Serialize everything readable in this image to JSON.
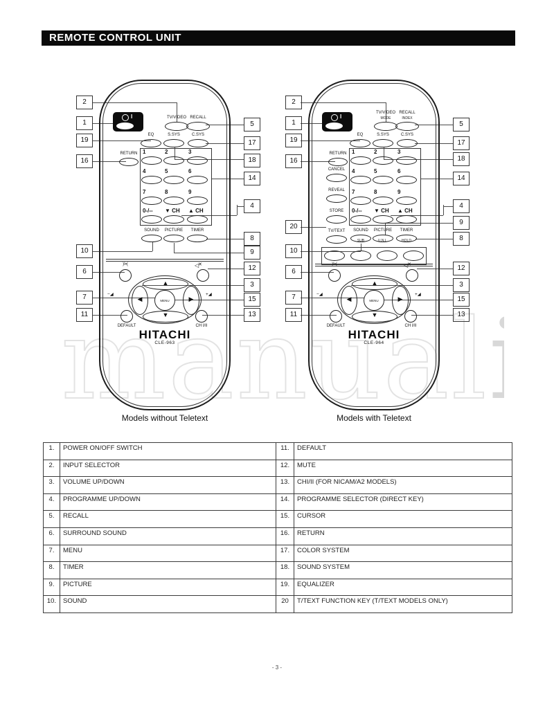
{
  "page": {
    "title": "REMOTE CONTROL UNIT",
    "footer": "- 3 -"
  },
  "watermark": {
    "outline": "manual",
    "solid": "i"
  },
  "legend_table": {
    "rows": [
      [
        "1.",
        "POWER ON/OFF SWITCH",
        "11.",
        "DEFAULT"
      ],
      [
        "2.",
        "INPUT SELECTOR",
        "12.",
        "MUTE"
      ],
      [
        "3.",
        "VOLUME UP/DOWN",
        "13.",
        "CHI/II (FOR NICAM/A2 MODELS)"
      ],
      [
        "4.",
        "PROGRAMME UP/DOWN",
        "14.",
        "PROGRAMME SELECTOR (DIRECT KEY)"
      ],
      [
        "5.",
        "RECALL",
        "15.",
        "CURSOR"
      ],
      [
        "6.",
        "SURROUND SOUND",
        "16.",
        "RETURN"
      ],
      [
        "7.",
        "MENU",
        "17.",
        "COLOR SYSTEM"
      ],
      [
        "8.",
        "TIMER",
        "18.",
        "SOUND SYSTEM"
      ],
      [
        "9.",
        "PICTURE",
        "19.",
        "EQUALIZER"
      ],
      [
        "10.",
        "SOUND",
        "20",
        "T/TEXT FUNCTION KEY (T/TEXT MODELS ONLY)"
      ]
    ]
  },
  "remotes": [
    {
      "caption": "Models without Teletext",
      "callouts": {
        "left": [
          "2",
          "1",
          "19",
          "16",
          "10",
          "6",
          "7",
          "11"
        ],
        "right": [
          "5",
          "17",
          "18",
          "14",
          "4",
          "8",
          "9",
          "12",
          "3",
          "15",
          "13"
        ]
      },
      "controls": [
        {
          "id": "power",
          "kind": "power",
          "label": "I"
        },
        {
          "id": "tv-video",
          "kind": "lov",
          "label": "TV/VIDEO"
        },
        {
          "id": "recall",
          "kind": "lov",
          "label": "RECALL"
        },
        {
          "id": "eq",
          "kind": "lov",
          "label": "EQ"
        },
        {
          "id": "s-sys",
          "kind": "lov",
          "label": "S.SYS"
        },
        {
          "id": "c-sys",
          "kind": "lov",
          "label": "C.SYS"
        },
        {
          "id": "return",
          "kind": "lov",
          "label": "RETURN"
        },
        {
          "id": "d1",
          "kind": "dig",
          "label": "1"
        },
        {
          "id": "d2",
          "kind": "dig",
          "label": "2"
        },
        {
          "id": "d3",
          "kind": "dig",
          "label": "3"
        },
        {
          "id": "d4",
          "kind": "dig",
          "label": "4"
        },
        {
          "id": "d5",
          "kind": "dig",
          "label": "5"
        },
        {
          "id": "d6",
          "kind": "dig",
          "label": "6"
        },
        {
          "id": "d7",
          "kind": "dig",
          "label": "7"
        },
        {
          "id": "d8",
          "kind": "dig",
          "label": "8"
        },
        {
          "id": "d9",
          "kind": "dig",
          "label": "9"
        },
        {
          "id": "d0",
          "kind": "dig",
          "label": "0-/--"
        },
        {
          "id": "ch-down",
          "kind": "dig",
          "label": "▼ CH"
        },
        {
          "id": "ch-up",
          "kind": "dig",
          "label": "▲ CH"
        },
        {
          "id": "sound",
          "kind": "lov",
          "label": "SOUND"
        },
        {
          "id": "picture",
          "kind": "lov",
          "label": "PICTURE"
        },
        {
          "id": "timer",
          "kind": "lov",
          "label": "TIMER"
        },
        {
          "id": "surround",
          "kind": "iconcircle",
          "label": ")I▪("
        },
        {
          "id": "mute",
          "kind": "mute",
          "speaker": "◁",
          "cross": "✕"
        },
        {
          "id": "vol-down",
          "kind": "text",
          "label": "−◢"
        },
        {
          "id": "vol-up",
          "kind": "text",
          "label": "+◢"
        },
        {
          "id": "dpad",
          "kind": "dpad",
          "label": "MENU",
          "up": "▲",
          "down": "▼",
          "left": "◀",
          "right": "▶"
        },
        {
          "id": "default-btn",
          "kind": "circlel",
          "label": "DEFAULT"
        },
        {
          "id": "ch-i-ii",
          "kind": "circlel",
          "label": "CH I/II"
        },
        {
          "id": "brand",
          "kind": "brand",
          "label": "HITACHI"
        },
        {
          "id": "model",
          "kind": "model",
          "label": "CLE-963"
        }
      ]
    },
    {
      "caption": "Models with Teletext",
      "callouts": {
        "left": [
          "2",
          "1",
          "19",
          "16",
          "20",
          "10",
          "6",
          "7",
          "11"
        ],
        "right": [
          "5",
          "17",
          "18",
          "14",
          "4",
          "9",
          "8",
          "12",
          "3",
          "15",
          "13"
        ]
      },
      "controls": [
        {
          "id": "power",
          "kind": "power",
          "label": "I"
        },
        {
          "id": "tv-video",
          "kind": "lov",
          "label": "TV/VIDEO",
          "sub": "MODE"
        },
        {
          "id": "recall",
          "kind": "lov",
          "label": "RECALL",
          "sub": "INDEX"
        },
        {
          "id": "eq",
          "kind": "lov",
          "label": "EQ"
        },
        {
          "id": "s-sys",
          "kind": "lov",
          "label": "S.SYS"
        },
        {
          "id": "c-sys",
          "kind": "lov",
          "label": "C.SYS"
        },
        {
          "id": "return",
          "kind": "lov",
          "label": "RETURN"
        },
        {
          "id": "cancel",
          "kind": "lov",
          "label": "CANCEL"
        },
        {
          "id": "reveal",
          "kind": "lov",
          "label": "REVEAL"
        },
        {
          "id": "store",
          "kind": "lov",
          "label": "STORE"
        },
        {
          "id": "tv-text",
          "kind": "lov",
          "label": "TV/TEXT"
        },
        {
          "id": "d1",
          "kind": "dig",
          "label": "1"
        },
        {
          "id": "d2",
          "kind": "dig",
          "label": "2"
        },
        {
          "id": "d3",
          "kind": "dig",
          "label": "3"
        },
        {
          "id": "d4",
          "kind": "dig",
          "label": "4"
        },
        {
          "id": "d5",
          "kind": "dig",
          "label": "5"
        },
        {
          "id": "d6",
          "kind": "dig",
          "label": "6"
        },
        {
          "id": "d7",
          "kind": "dig",
          "label": "7"
        },
        {
          "id": "d8",
          "kind": "dig",
          "label": "8"
        },
        {
          "id": "d9",
          "kind": "dig",
          "label": "9"
        },
        {
          "id": "d0",
          "kind": "dig",
          "label": "0-/--"
        },
        {
          "id": "ch-down",
          "kind": "dig",
          "label": "▼ CH"
        },
        {
          "id": "ch-up",
          "kind": "dig",
          "label": "▲ CH"
        },
        {
          "id": "sound",
          "kind": "lov",
          "label": "SOUND"
        },
        {
          "id": "picture",
          "kind": "lov",
          "label": "PICTURE"
        },
        {
          "id": "timer",
          "kind": "lov",
          "label": "TIMER"
        },
        {
          "id": "sub",
          "kind": "text",
          "label": "SUB"
        },
        {
          "id": "unl",
          "kind": "text",
          "label": "U.N.L."
        },
        {
          "id": "hold",
          "kind": "text",
          "label": "HOLD"
        },
        {
          "id": "fn1",
          "kind": "ov"
        },
        {
          "id": "fn2",
          "kind": "ov"
        },
        {
          "id": "fn3",
          "kind": "ov"
        },
        {
          "id": "fn4",
          "kind": "ov"
        },
        {
          "id": "surround",
          "kind": "iconcircle",
          "label": ")I▪("
        },
        {
          "id": "mute",
          "kind": "mute",
          "speaker": "◁",
          "cross": "✕"
        },
        {
          "id": "vol-down",
          "kind": "text",
          "label": "−◢"
        },
        {
          "id": "vol-up",
          "kind": "text",
          "label": "+◢"
        },
        {
          "id": "dpad",
          "kind": "dpad",
          "label": "MENU",
          "up": "▲",
          "down": "▼",
          "left": "◀",
          "right": "▶"
        },
        {
          "id": "default-btn",
          "kind": "circlel",
          "label": "DEFAULT"
        },
        {
          "id": "ch-i-ii",
          "kind": "circlel",
          "label": "CH I/II"
        },
        {
          "id": "brand",
          "kind": "brand",
          "label": "HITACHI"
        },
        {
          "id": "model",
          "kind": "model",
          "label": "CLE-964"
        }
      ]
    }
  ]
}
